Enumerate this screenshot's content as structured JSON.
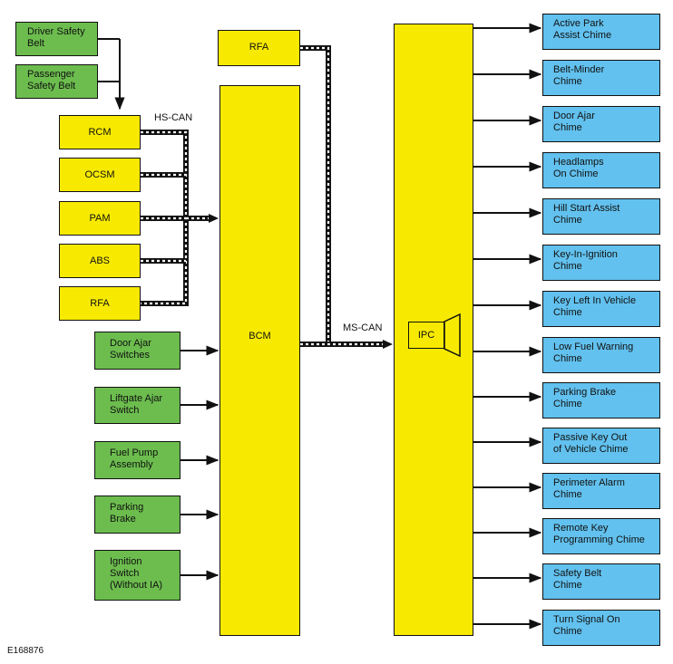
{
  "inputs_green_top": [
    {
      "label": "Driver Safety\nBelt"
    },
    {
      "label": "Passenger\nSafety Belt"
    }
  ],
  "hs_can_modules": [
    "RCM",
    "OCSM",
    "PAM",
    "ABS",
    "RFA"
  ],
  "inputs_green_bottom": [
    {
      "label": "Door Ajar\nSwitches"
    },
    {
      "label": "Liftgate Ajar\nSwitch"
    },
    {
      "label": "Fuel Pump\nAssembly"
    },
    {
      "label": "Parking\nBrake"
    },
    {
      "label": "Ignition\nSwitch\n(Without IA)"
    }
  ],
  "rfa_top": "RFA",
  "bcm": "BCM",
  "ipc": "IPC",
  "bus_labels": {
    "hs_can": "HS-CAN",
    "ms_can": "MS-CAN"
  },
  "chimes": [
    "Active Park\nAssist Chime",
    "Belt-Minder\nChime",
    "Door Ajar\nChime",
    "Headlamps\nOn Chime",
    "Hill Start Assist\nChime",
    "Key-In-Ignition\nChime",
    "Key Left In Vehicle\nChime",
    "Low Fuel Warning\nChime",
    "Parking Brake\nChime",
    "Passive Key Out\nof Vehicle Chime",
    "Perimeter Alarm\nChime",
    "Remote Key\nProgramming Chime",
    "Safety Belt\nChime",
    "Turn Signal On\nChime"
  ],
  "figure_id": "E168876",
  "colors": {
    "green": "#6cbd4e",
    "yellow": "#f7ea00",
    "blue": "#62c1ee"
  }
}
